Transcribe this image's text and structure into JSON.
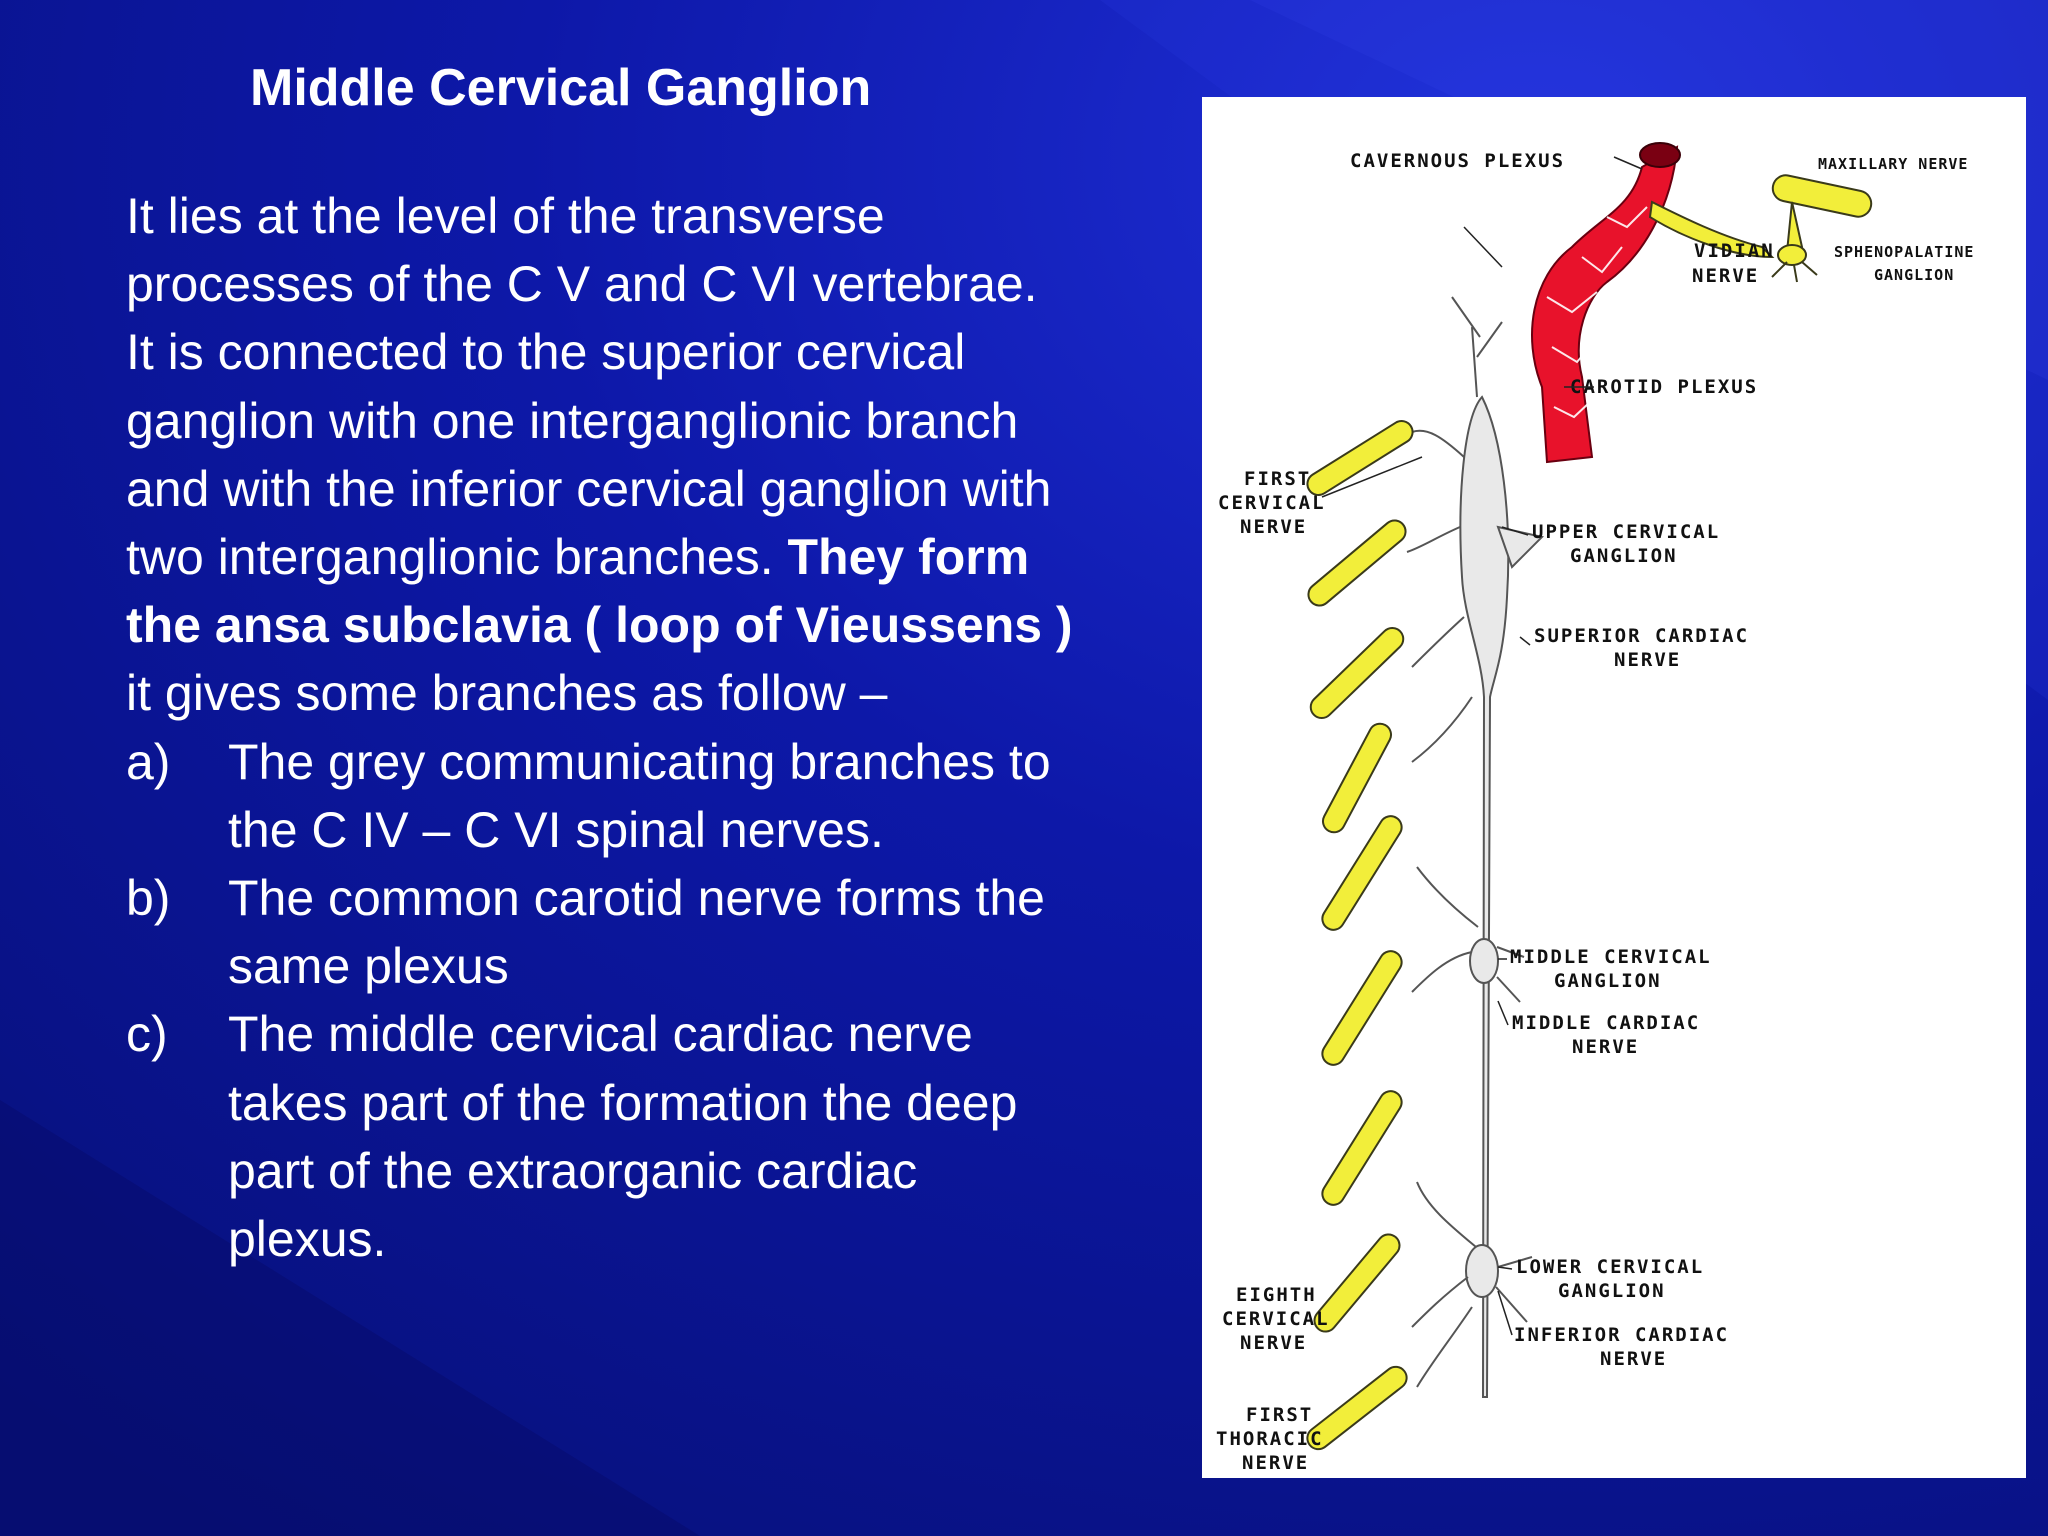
{
  "slide": {
    "title": "Middle Cervical Ganglion",
    "intro": "It lies at the level of the transverse processes of the C V and C VI vertebrae. It is connected to the superior cervical ganglion with one interganglionic branch and with the inferior cervical ganglion with two interganglionic branches.",
    "intro_bold": "They form the ansa subclavia ( loop of Vieussens )",
    "intro_tail": "it gives some branches as follow –",
    "items": [
      {
        "marker": "a)",
        "text": "The grey communicating branches  to the C IV – C VI spinal nerves."
      },
      {
        "marker": "b)",
        "text": "The common carotid nerve forms the same plexus"
      },
      {
        "marker": "c)",
        "text": "The middle cervical cardiac nerve takes part of the formation the deep part of the extraorganic cardiac plexus."
      }
    ]
  },
  "figure": {
    "labels": {
      "cavernous_plexus": "CAVERNOUS PLEXUS",
      "maxillary_nerve": "MAXILLARY NERVE",
      "vidian_1": "VIDIAN",
      "vidian_2": "NERVE",
      "sphenopalatine_1": "SPHENOPALATINE",
      "sphenopalatine_2": "GANGLION",
      "carotid_plexus": "CAROTID PLEXUS",
      "first_cervical_1": "FIRST",
      "first_cervical_2": "CERVICAL",
      "first_cervical_3": "NERVE",
      "upper_cervical_1": "UPPER CERVICAL",
      "upper_cervical_2": "GANGLION",
      "superior_cardiac_1": "SUPERIOR CARDIAC",
      "superior_cardiac_2": "NERVE",
      "middle_cervical_1": "MIDDLE CERVICAL",
      "middle_cervical_2": "GANGLION",
      "middle_cardiac_1": "MIDDLE CARDIAC",
      "middle_cardiac_2": "NERVE",
      "lower_cervical_1": "LOWER CERVICAL",
      "lower_cervical_2": "GANGLION",
      "eighth_cervical_1": "EIGHTH",
      "eighth_cervical_2": "CERVICAL",
      "eighth_cervical_3": "NERVE",
      "inferior_cardiac_1": "INFERIOR CARDIAC",
      "inferior_cardiac_2": "NERVE",
      "first_thoracic_1": "FIRST",
      "first_thoracic_2": "THORACIC",
      "first_thoracic_3": "NERVE"
    }
  },
  "colors": {
    "background": "#0a0f86",
    "text": "#ffffff",
    "artery": "#e8122b",
    "nerve": "#f2ee3a",
    "trunk": "#e9e9e9"
  }
}
